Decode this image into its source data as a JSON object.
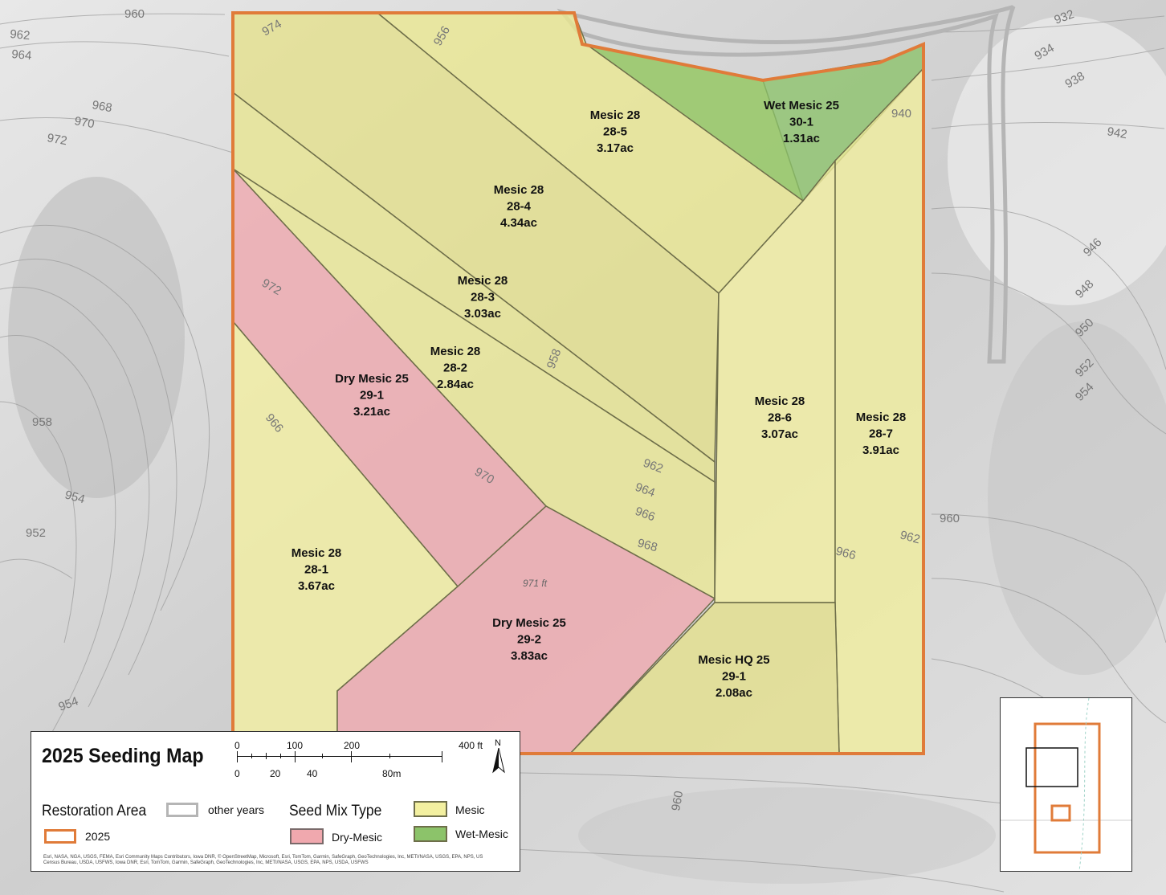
{
  "legend": {
    "title": "2025 Seeding Map",
    "restoration_area_header": "Restoration Area",
    "other_years_label": "other years",
    "year_2025_label": "2025",
    "seed_mix_header": "Seed Mix Type",
    "mesic_label": "Mesic",
    "dry_mesic_label": "Dry-Mesic",
    "wet_mesic_label": "Wet-Mesic",
    "scale_ft_ticks": [
      "0",
      "100",
      "200",
      "400 ft"
    ],
    "scale_m_ticks": [
      "0",
      "20",
      "40",
      "80m"
    ],
    "north_label": "N",
    "credits": "Esri, NASA, NGA, USGS, FEMA, Esri Community Maps Contributors, Iowa DNR, © OpenStreetMap, Microsoft, Esri, TomTom, Garmin, SafeGraph, GeoTechnologies, Inc, METI/NASA, USGS, EPA, NPS, US Census Bureau, USDA, USFWS, Iowa DNR, Esri, TomTom, Garmin, SafeGraph, GeoTechnologies, Inc, METI/NASA, USGS, EPA, NPS, USDA, USFWS"
  },
  "colors": {
    "mesic": "#f3f0a0",
    "dry_mesic": "#f0a8ae",
    "wet_mesic": "#8cc36a",
    "boundary_2025": "#e07b39",
    "other_years": "#b5b5b5"
  },
  "plots": [
    {
      "id": "28-5",
      "name": "Mesic 28",
      "code": "28-5",
      "acres": "3.17ac",
      "type": "mesic"
    },
    {
      "id": "30-1",
      "name": "Wet Mesic 25",
      "code": "30-1",
      "acres": "1.31ac",
      "type": "wet_mesic"
    },
    {
      "id": "28-4",
      "name": "Mesic 28",
      "code": "28-4",
      "acres": "4.34ac",
      "type": "mesic"
    },
    {
      "id": "28-3",
      "name": "Mesic 28",
      "code": "28-3",
      "acres": "3.03ac",
      "type": "mesic"
    },
    {
      "id": "28-2",
      "name": "Mesic 28",
      "code": "28-2",
      "acres": "2.84ac",
      "type": "mesic"
    },
    {
      "id": "29-1-dry",
      "name": "Dry Mesic 25",
      "code": "29-1",
      "acres": "3.21ac",
      "type": "dry_mesic"
    },
    {
      "id": "28-6",
      "name": "Mesic 28",
      "code": "28-6",
      "acres": "3.07ac",
      "type": "mesic"
    },
    {
      "id": "28-7",
      "name": "Mesic 28",
      "code": "28-7",
      "acres": "3.91ac",
      "type": "mesic"
    },
    {
      "id": "28-1",
      "name": "Mesic 28",
      "code": "28-1",
      "acres": "3.67ac",
      "type": "mesic"
    },
    {
      "id": "29-2",
      "name": "Dry Mesic 25",
      "code": "29-2",
      "acres": "3.83ac",
      "type": "dry_mesic"
    },
    {
      "id": "29-1-hq",
      "name": "Mesic HQ 25",
      "code": "29-1",
      "acres": "2.08ac",
      "type": "mesic"
    }
  ],
  "spot_elevation": "971 ft",
  "contour_labels": [
    "960",
    "962",
    "964",
    "968",
    "970",
    "972",
    "974",
    "932",
    "934",
    "938",
    "942",
    "940",
    "946",
    "948",
    "950",
    "952",
    "954",
    "956",
    "958",
    "966",
    "962",
    "964",
    "966",
    "968",
    "970",
    "972",
    "958",
    "960",
    "954",
    "952",
    "954",
    "960",
    "962",
    "966"
  ]
}
